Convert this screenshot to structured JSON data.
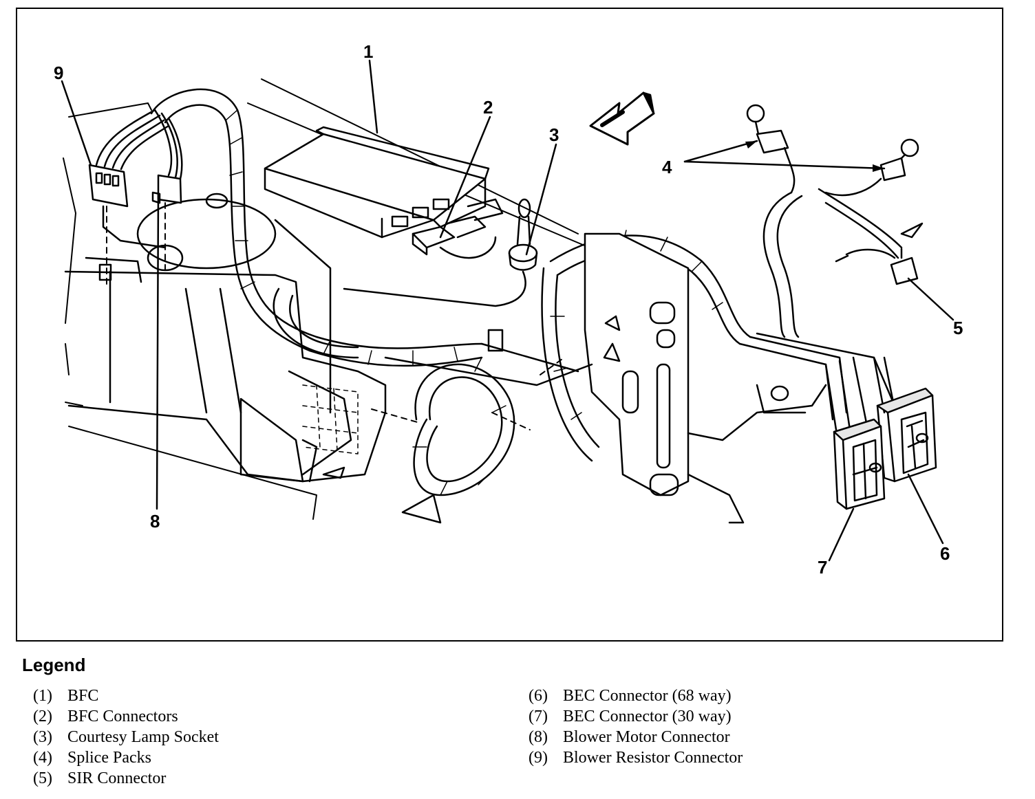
{
  "callouts": [
    {
      "id": "1",
      "label": "1"
    },
    {
      "id": "2",
      "label": "2"
    },
    {
      "id": "3",
      "label": "3"
    },
    {
      "id": "4",
      "label": "4"
    },
    {
      "id": "5",
      "label": "5"
    },
    {
      "id": "6",
      "label": "6"
    },
    {
      "id": "7",
      "label": "7"
    },
    {
      "id": "8",
      "label": "8"
    },
    {
      "id": "9",
      "label": "9"
    }
  ],
  "legend": {
    "title": "Legend",
    "items": [
      {
        "num": "(1)",
        "text": "BFC"
      },
      {
        "num": "(2)",
        "text": "BFC Connectors"
      },
      {
        "num": "(3)",
        "text": "Courtesy Lamp Socket"
      },
      {
        "num": "(4)",
        "text": "Splice Packs"
      },
      {
        "num": "(5)",
        "text": "SIR Connector"
      },
      {
        "num": "(6)",
        "text": "BEC Connector (68 way)"
      },
      {
        "num": "(7)",
        "text": "BEC Connector (30 way)"
      },
      {
        "num": "(8)",
        "text": "Blower Motor Connector"
      },
      {
        "num": "(9)",
        "text": "Blower Resistor Connector"
      }
    ]
  },
  "colors": {
    "ink": "#000000",
    "paper": "#ffffff",
    "shade": "#e6e6e6"
  }
}
